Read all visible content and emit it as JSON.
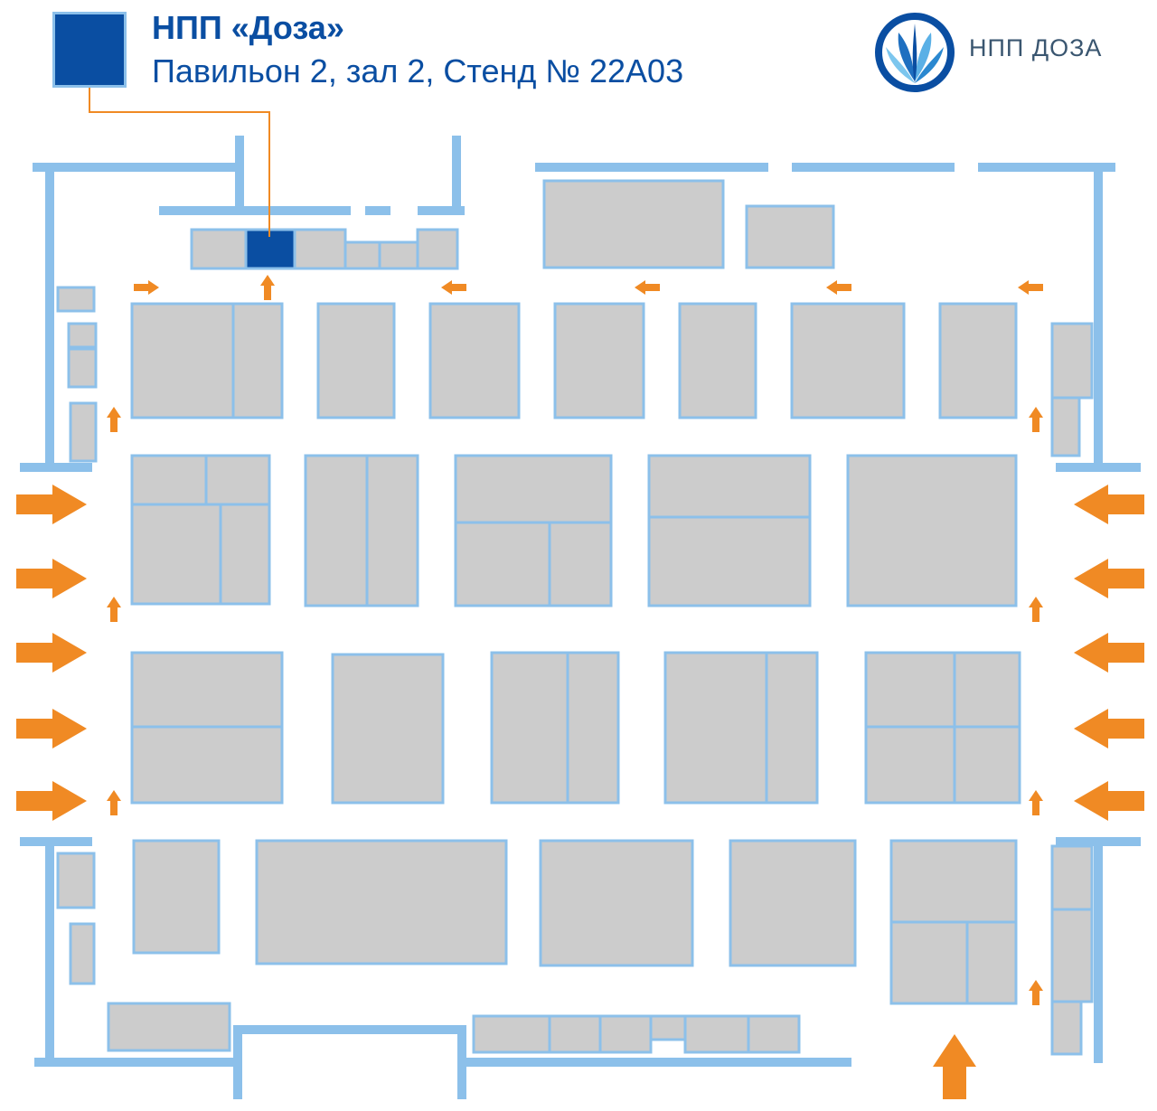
{
  "header": {
    "title": "НПП «Доза»",
    "location": "Павильон 2, зал 2, Стенд № 22А03"
  },
  "logo": {
    "text": "НПП ДОЗА",
    "icon": "doza-logo-icon"
  },
  "colors": {
    "wall": "#8cc0ea",
    "booth_fill": "#cccccc",
    "booth_border": "#8cc0ea",
    "highlight_booth": "#0a4ea2",
    "arrow": "#f08a24",
    "leader_line": "#f08a24",
    "text": "#0a4ea2"
  },
  "map": {
    "highlight_booth_id": "22А03",
    "entrance_arrow_icon": "entrance-arrow-icon",
    "flow_arrow_icon": "flow-arrow-icon"
  }
}
